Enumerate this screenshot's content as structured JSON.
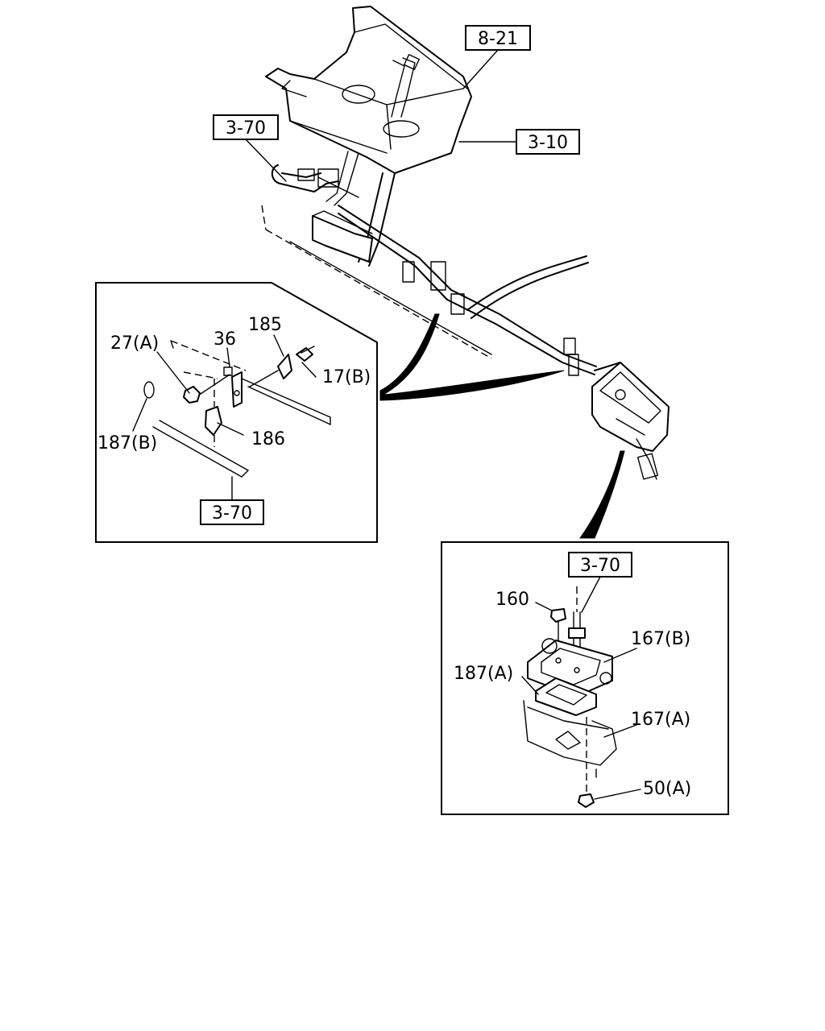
{
  "references": {
    "ref_8_21": "8-21",
    "ref_3_10": "3-10",
    "ref_3_70_top": "3-70",
    "ref_3_70_detail_a": "3-70",
    "ref_3_70_detail_b": "3-70"
  },
  "detail_a": {
    "part_27A": "27(A)",
    "part_36": "36",
    "part_185": "185",
    "part_17B": "17(B)",
    "part_187B": "187(B)",
    "part_186": "186"
  },
  "detail_b": {
    "part_160": "160",
    "part_167B": "167(B)",
    "part_187A": "187(A)",
    "part_167A": "167(A)",
    "part_50A": "50(A)"
  }
}
